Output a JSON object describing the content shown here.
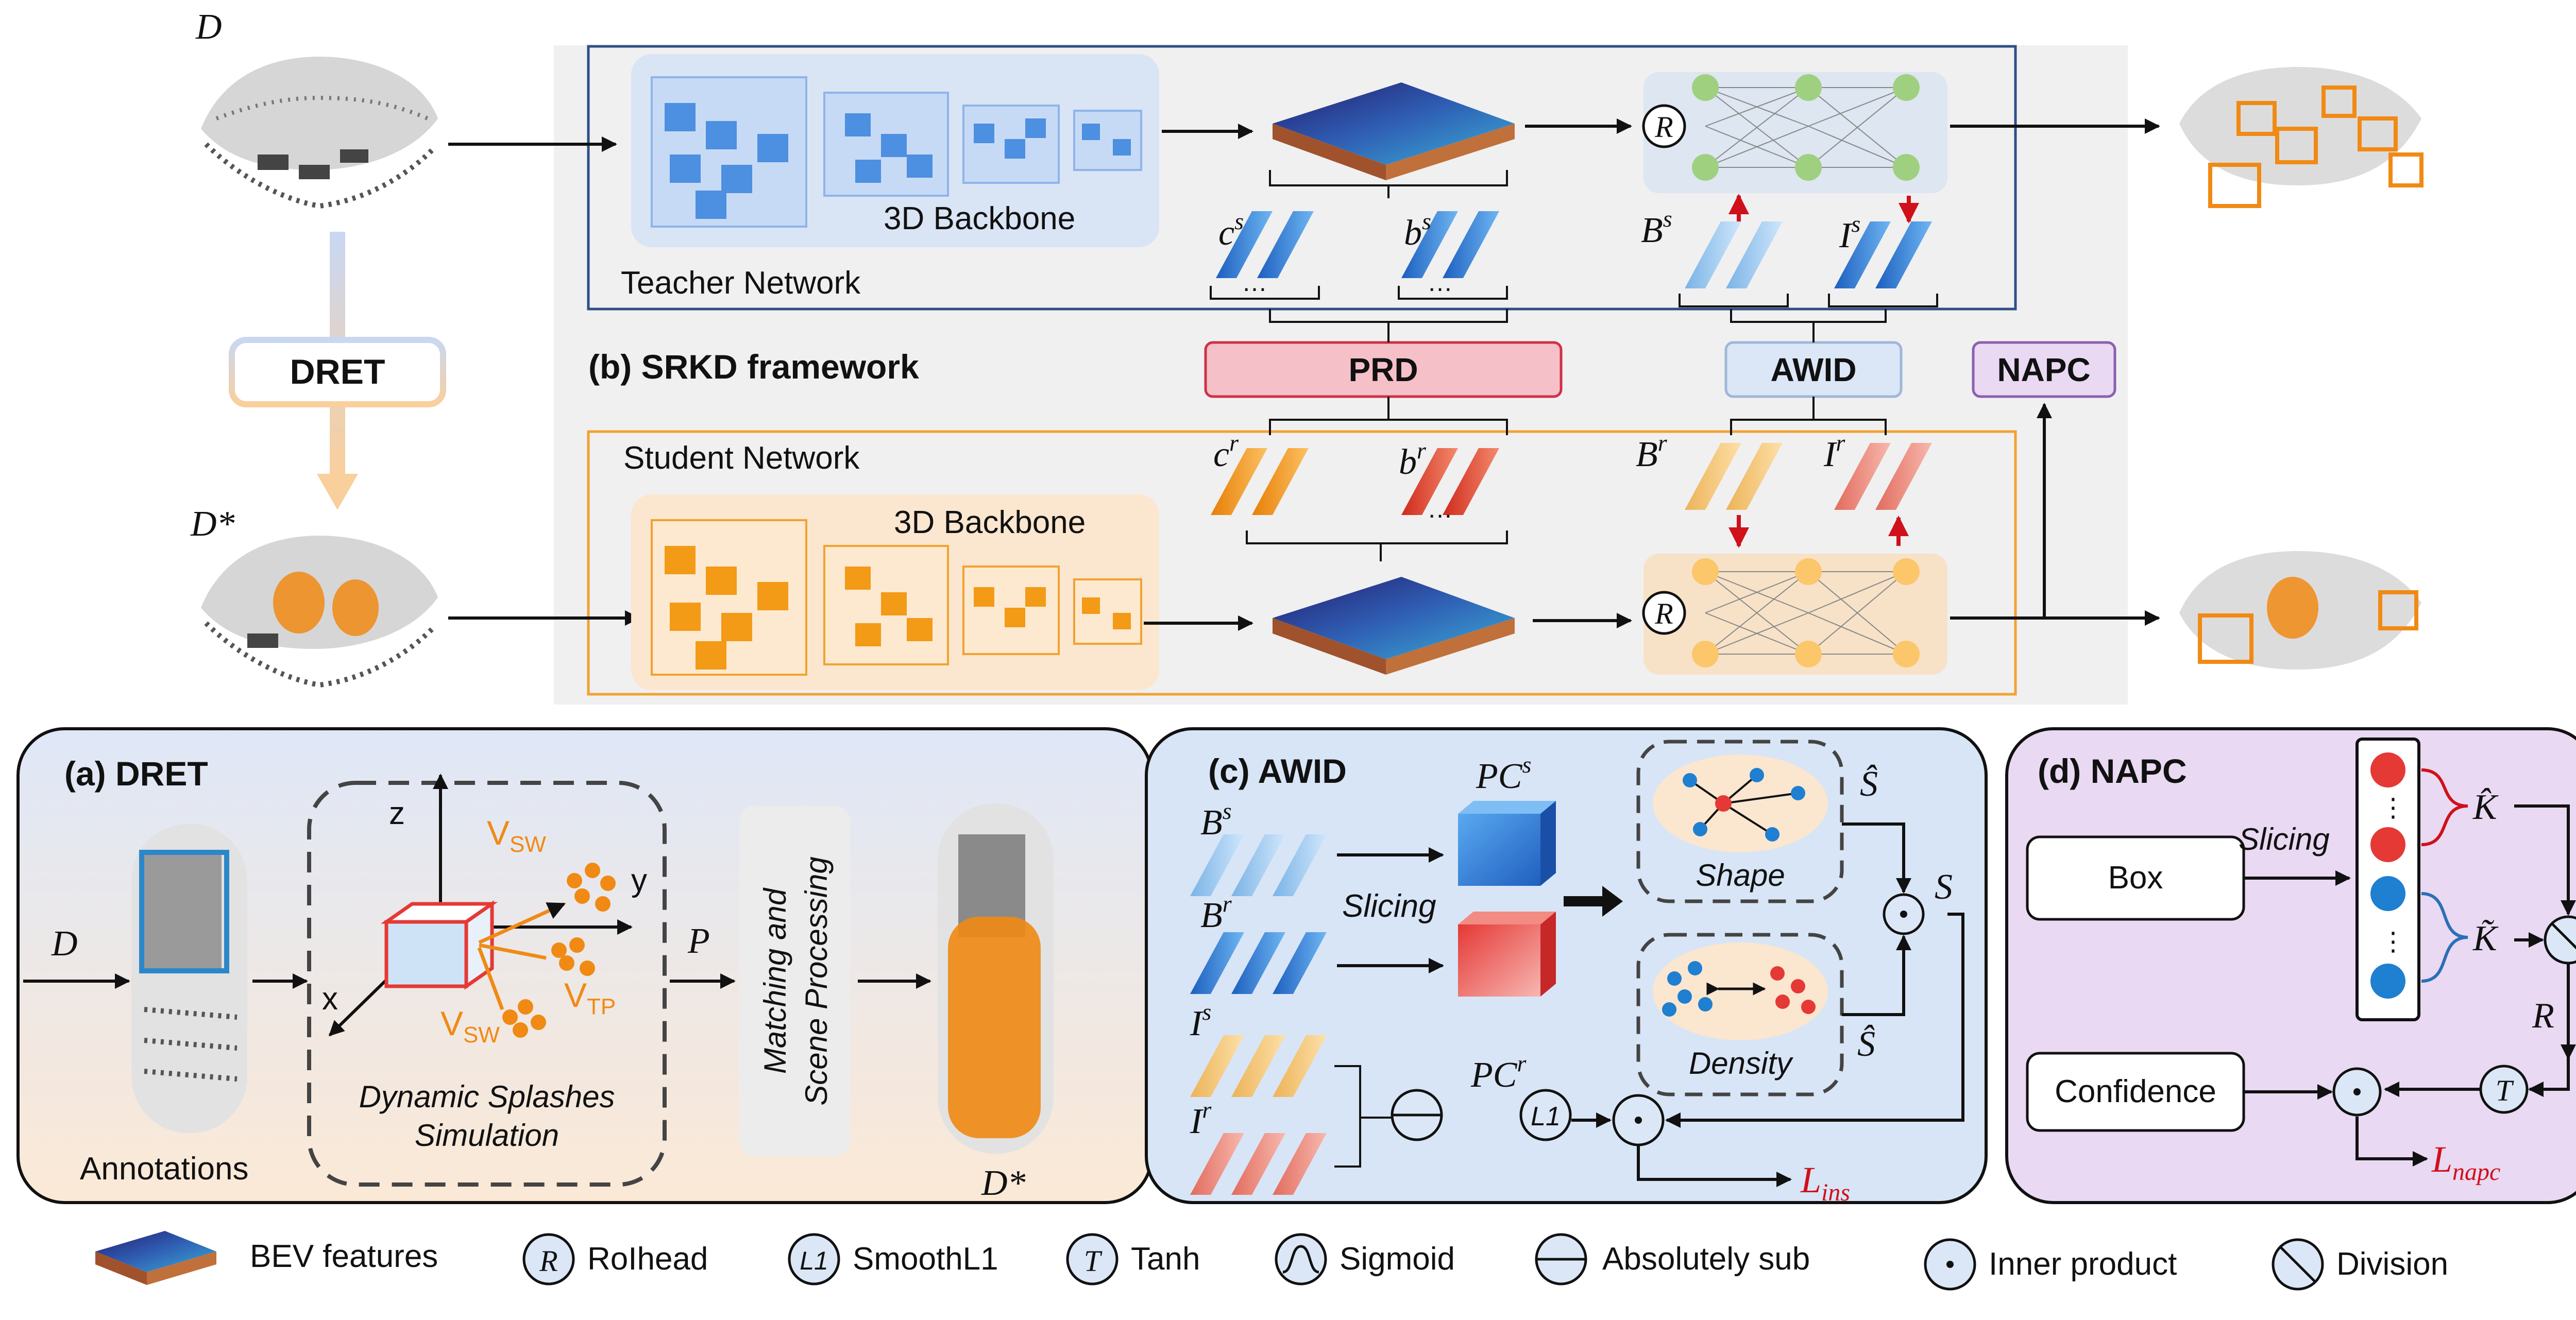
{
  "top": {
    "input_label": "D",
    "augmented_label": "D*",
    "dret_button": "DRET",
    "framework_title": "(b) SRKD framework",
    "teacher": {
      "title": "Teacher Network",
      "backbone": "3D Backbone",
      "c_label": "c",
      "c_sup": "s",
      "b_label": "b",
      "b_sup": "s",
      "B_label": "B",
      "B_sup": "s",
      "I_label": "I",
      "I_sup": "s",
      "roi": "R"
    },
    "student": {
      "title": "Student Network",
      "backbone": "3D Backbone",
      "c_label": "c",
      "c_sup": "r",
      "b_label": "b",
      "b_sup": "r",
      "B_label": "B",
      "B_sup": "r",
      "I_label": "I",
      "I_sup": "r",
      "roi": "R"
    },
    "modules": {
      "prd": "PRD",
      "awid": "AWID",
      "napc": "NAPC"
    }
  },
  "panel_a": {
    "title": "(a) DRET",
    "input": "D",
    "annotations": "Annotations",
    "axis_z": "z",
    "axis_y": "y",
    "axis_x": "x",
    "vsw": "V",
    "vsw_sub": "SW",
    "vtp": "V",
    "vtp_sub": "TP",
    "caption_line1": "Dynamic Splashes",
    "caption_line2": "Simulation",
    "p_label": "P",
    "match_line1": "Matching and",
    "match_line2": "Scene Processing",
    "output": "D*"
  },
  "panel_c": {
    "title": "(c) AWID",
    "Bs": "B",
    "Bs_sup": "s",
    "Br": "B",
    "Br_sup": "r",
    "Is": "I",
    "Is_sup": "s",
    "Ir": "I",
    "Ir_sup": "r",
    "slicing": "Slicing",
    "pcs": "PC",
    "pcs_sup": "s",
    "pcr": "PC",
    "pcr_sup": "r",
    "shape": "Shape",
    "density": "Density",
    "s_hat": "Ŝ",
    "s": "S",
    "l1": "L1",
    "loss": "L",
    "loss_sub": "ins"
  },
  "panel_d": {
    "title": "(d) NAPC",
    "box": "Box",
    "slicing": "Slicing",
    "k_hat": "K̂",
    "k_tilde": "K̃",
    "r": "R",
    "t": "T",
    "confidence": "Confidence",
    "loss": "L",
    "loss_sub": "napc"
  },
  "legend": {
    "bev": "BEV features",
    "roihead_sym": "R",
    "roihead": "RoIhead",
    "smoothl1_sym": "L1",
    "smoothl1": "SmoothL1",
    "tanh_sym": "T",
    "tanh": "Tanh",
    "sigmoid": "Sigmoid",
    "abs_sub": "Absolutely sub",
    "inner": "Inner product",
    "division": "Division"
  },
  "colors": {
    "teacher_blue": "#2d4f86",
    "student_orange": "#f2a230",
    "prd_fill": "#f6c0c8",
    "prd_stroke": "#d03048",
    "awid_fill": "#dbe7f6",
    "napc_fill": "#e9d9f2",
    "napc_stroke": "#8c5fb0",
    "loss_red": "#d0101a",
    "splash_orange": "#f08a14"
  }
}
